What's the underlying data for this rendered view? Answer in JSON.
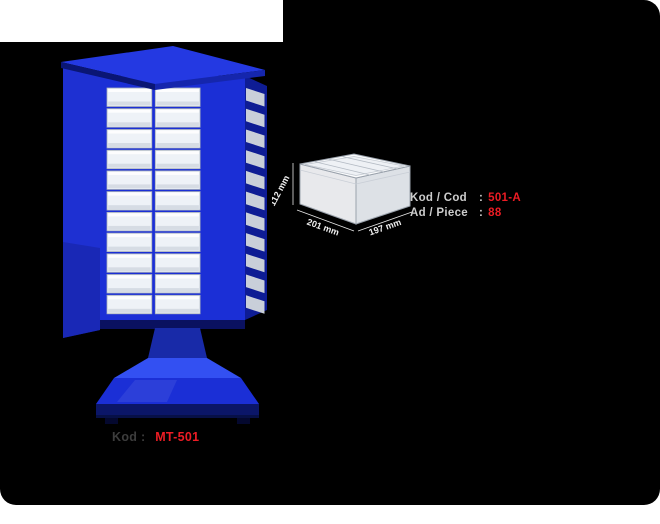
{
  "colors": {
    "accent_red": "#ed1c24",
    "info_label": "#cccccc",
    "stand_blue": "#1b2fd6",
    "panel_black": "#000000"
  },
  "tower": {
    "code_label": "Kod :",
    "code_value": "MT-501",
    "drawer_rows": 11,
    "drawer_cols": 2
  },
  "bin": {
    "dim_height": "112 mm",
    "dim_depth": "201 mm",
    "dim_width": "197 mm"
  },
  "info": {
    "rows": [
      {
        "label": "Kod / Cod",
        "separator": ":",
        "value": "501-A"
      },
      {
        "label": "Ad / Piece",
        "separator": ":",
        "value": "88"
      }
    ]
  }
}
